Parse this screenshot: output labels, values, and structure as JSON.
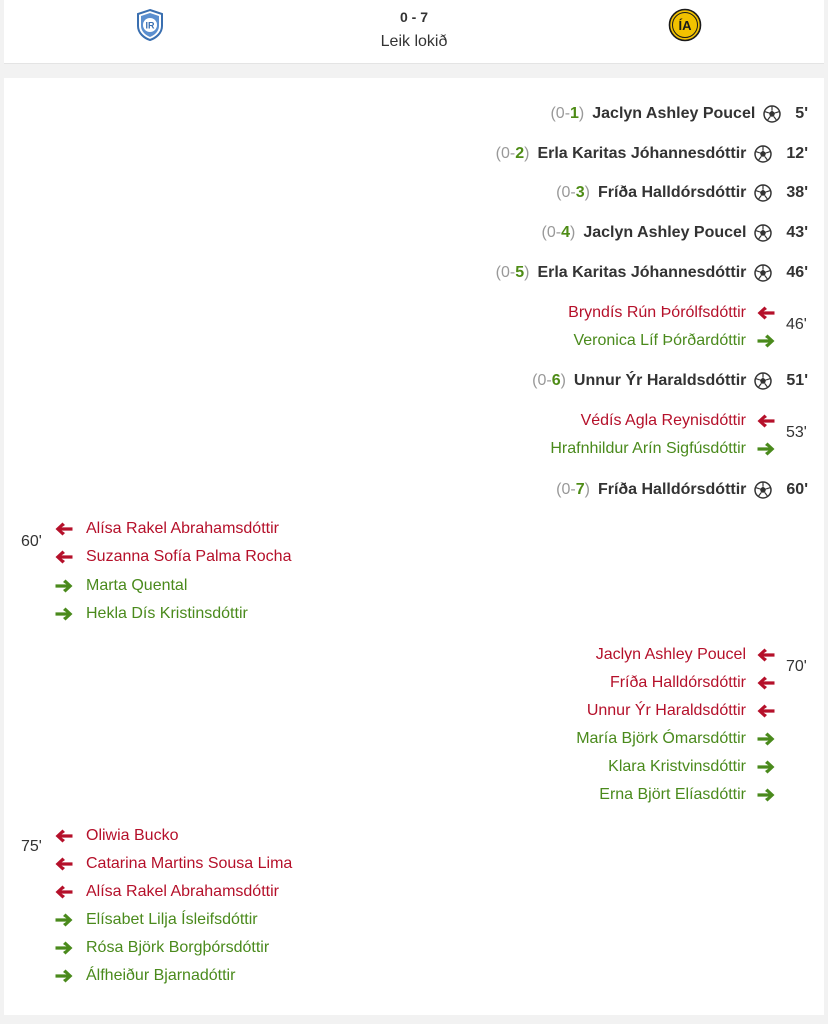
{
  "match": {
    "score": "0 - 7",
    "status": "Leik lokið",
    "home_crest": "ir-crest-icon",
    "away_crest": "ia-crest-icon",
    "colors": {
      "sub_out": "#b5102a",
      "sub_in": "#4a8a1c",
      "goal_score": "#4e8c16"
    }
  },
  "goals": [
    {
      "home": "0",
      "away": "1",
      "player": "Jaclyn Ashley Poucel",
      "minute": "5'"
    },
    {
      "home": "0",
      "away": "2",
      "player": "Erla Karitas Jóhannesdóttir",
      "minute": "12'"
    },
    {
      "home": "0",
      "away": "3",
      "player": "Fríða Halldórsdóttir",
      "minute": "38'"
    },
    {
      "home": "0",
      "away": "4",
      "player": "Jaclyn Ashley Poucel",
      "minute": "43'"
    },
    {
      "home": "0",
      "away": "5",
      "player": "Erla Karitas Jóhannesdóttir",
      "minute": "46'"
    },
    {
      "home": "0",
      "away": "6",
      "player": "Unnur Ýr Haraldsdóttir",
      "minute": "51'"
    },
    {
      "home": "0",
      "away": "7",
      "player": "Fríða Halldórsdóttir",
      "minute": "60'"
    }
  ],
  "subs": [
    {
      "minute": "46'",
      "out": [
        "Bryndís Rún Þórólfsdóttir"
      ],
      "in": [
        "Veronica Líf Þórðardóttir"
      ]
    },
    {
      "minute": "53'",
      "out": [
        "Védís Agla Reynisdóttir"
      ],
      "in": [
        "Hrafnhildur Arín Sigfúsdóttir"
      ]
    },
    {
      "minute": "60'",
      "out": [
        "Alísa Rakel Abrahamsdóttir",
        "Suzanna Sofía Palma Rocha"
      ],
      "in": [
        "Marta Quental",
        "Hekla Dís Kristinsdóttir"
      ]
    },
    {
      "minute": "70'",
      "out": [
        "Jaclyn Ashley Poucel",
        "Fríða Halldórsdóttir",
        "Unnur Ýr Haraldsdóttir"
      ],
      "in": [
        "María Björk Ómarsdóttir",
        "Klara Kristvinsdóttir",
        "Erna Björt Elíasdóttir"
      ]
    },
    {
      "minute": "75'",
      "out": [
        "Oliwia Bucko",
        "Catarina Martins Sousa Lima",
        "Alísa Rakel Abrahamsdóttir"
      ],
      "in": [
        "Elísabet Lilja Ísleifsdóttir",
        "Rósa Björk Borgþórsdóttir",
        "Álfheiður Bjarnadóttir"
      ]
    }
  ]
}
